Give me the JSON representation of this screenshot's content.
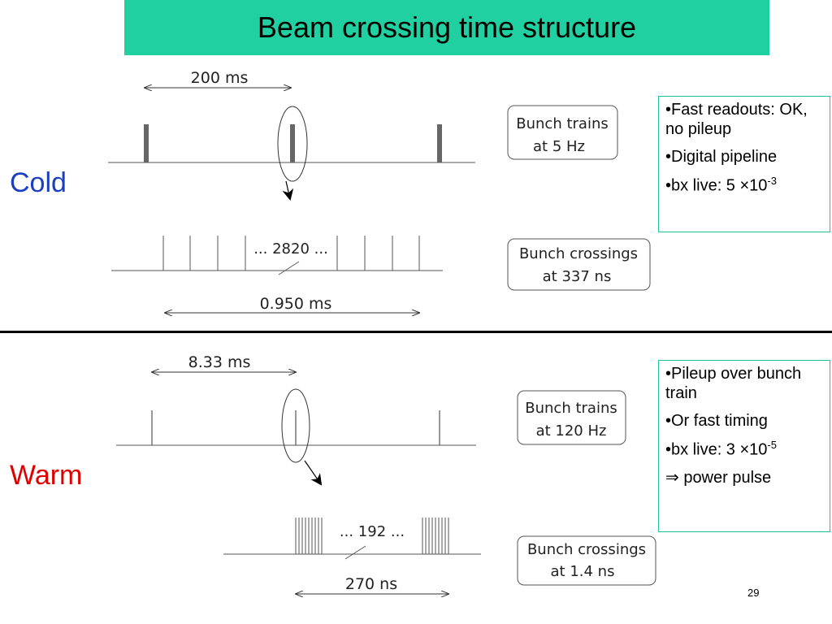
{
  "title": "Beam crossing time structure",
  "page_number": "29",
  "colors": {
    "title_bar": "#20d0a0",
    "cold_label": "#1a3fc0",
    "warm_label": "#e00000",
    "box_border": "#20c0a0"
  },
  "cold": {
    "label": "Cold",
    "train_spacing": "200 ms",
    "train_box": {
      "line1": "Bunch trains",
      "line2": "at 5 Hz"
    },
    "crossings_count": "... 2820 ...",
    "crossing_box": {
      "line1": "Bunch crossings",
      "line2": "at 337 ns"
    },
    "train_length": "0.950 ms",
    "notes": [
      {
        "text": "•Fast readouts: OK, no pileup"
      },
      {
        "text": "•Digital pipeline"
      },
      {
        "text": "•bx live: 5 ×10",
        "sup": "-3"
      }
    ]
  },
  "warm": {
    "label": "Warm",
    "train_spacing": "8.33 ms",
    "train_box": {
      "line1": "Bunch trains",
      "line2": "at 120 Hz"
    },
    "crossings_count": "... 192 ...",
    "crossing_box": {
      "line1": "Bunch crossings",
      "line2": "at 1.4 ns"
    },
    "train_length": "270 ns",
    "notes": [
      {
        "text": "•Pileup over bunch train"
      },
      {
        "text": "•Or fast timing"
      },
      {
        "text": "•bx live: 3 ×10",
        "sup": "-5"
      },
      {
        "text": "⇒ power pulse"
      }
    ]
  }
}
